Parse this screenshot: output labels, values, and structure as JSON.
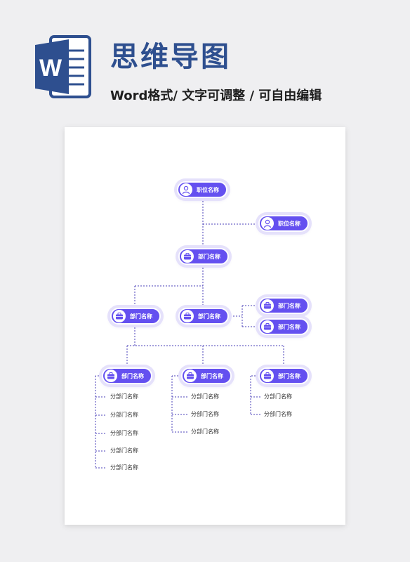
{
  "header": {
    "title": "思维导图",
    "subtitle": "Word格式/ 文字可调整 / 可自由编辑"
  },
  "colors": {
    "accent": "#6450f0",
    "brand": "#2e4f8f",
    "line": "#4a3fb8"
  },
  "org": {
    "top": {
      "label": "职位名称",
      "icon": "person-icon"
    },
    "side": {
      "label": "职位名称",
      "icon": "person-icon"
    },
    "dept_main": {
      "label": "部门名称",
      "icon": "briefcase-icon"
    },
    "dept_left": {
      "label": "部门名称",
      "icon": "briefcase-icon"
    },
    "dept_mid": {
      "label": "部门名称",
      "icon": "briefcase-icon"
    },
    "dept_mid_subs": [
      {
        "label": "部门名称",
        "icon": "briefcase-icon"
      },
      {
        "label": "部门名称",
        "icon": "briefcase-icon"
      }
    ],
    "groups": [
      {
        "label": "部门名称",
        "icon": "briefcase-icon",
        "subs": [
          "分部门名称",
          "分部门名称",
          "分部门名称",
          "分部门名称",
          "分部门名称"
        ]
      },
      {
        "label": "部门名称",
        "icon": "briefcase-icon",
        "subs": [
          "分部门名称",
          "分部门名称",
          "分部门名称"
        ]
      },
      {
        "label": "部门名称",
        "icon": "briefcase-icon",
        "subs": [
          "分部门名称",
          "分部门名称"
        ]
      }
    ]
  }
}
